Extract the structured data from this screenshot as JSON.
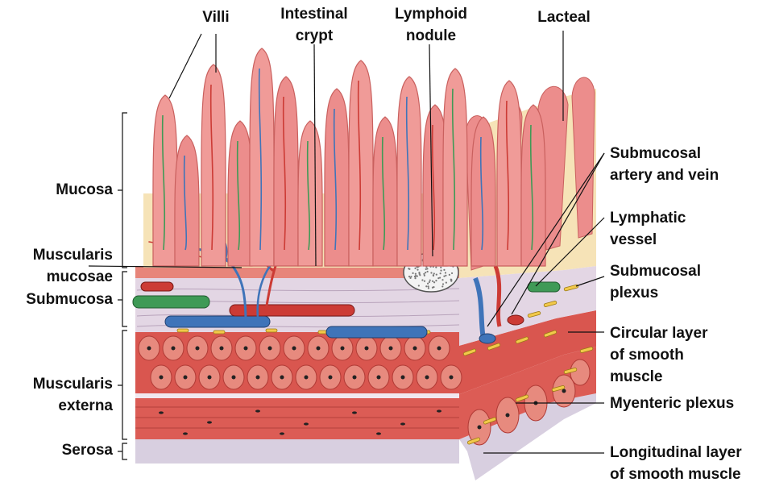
{
  "figure": {
    "colors": {
      "villus": "#ec8d8c",
      "villus_dark": "#c9605e",
      "lamina": "#f6e3b7",
      "submucosa": "#e3d6e4",
      "muscle": "#e0625a",
      "muscle_cell": "#e78a7e",
      "serosa": "#d8cfe0",
      "artery": "#cc3b35",
      "vein": "#3f74b9",
      "lymph": "#3f9a56",
      "nerve": "#f2c94a",
      "nodule": "#f3f3f3",
      "line": "#111111"
    },
    "labels": {
      "villi": [
        "Villi"
      ],
      "intestinal_crypt": [
        "Intestinal",
        "crypt"
      ],
      "lymphoid_nodule": [
        "Lymphoid",
        "nodule"
      ],
      "lacteal": [
        "Lacteal"
      ],
      "mucosa": [
        "Mucosa"
      ],
      "muscularis_mucosae": [
        "Muscularis",
        "mucosae"
      ],
      "submucosa": [
        "Submucosa"
      ],
      "muscularis_externa": [
        "Muscularis",
        "externa"
      ],
      "serosa": [
        "Serosa"
      ],
      "submucosal_artery_vein": [
        "Submucosal",
        "artery and vein"
      ],
      "lymphatic_vessel": [
        "Lymphatic",
        "vessel"
      ],
      "submucosal_plexus": [
        "Submucosal",
        "plexus"
      ],
      "circular_layer": [
        "Circular layer",
        "of smooth",
        "muscle"
      ],
      "myenteric_plexus": [
        "Myenteric plexus"
      ],
      "longitudinal_layer": [
        "Longitudinal layer",
        "of smooth muscle"
      ]
    }
  }
}
